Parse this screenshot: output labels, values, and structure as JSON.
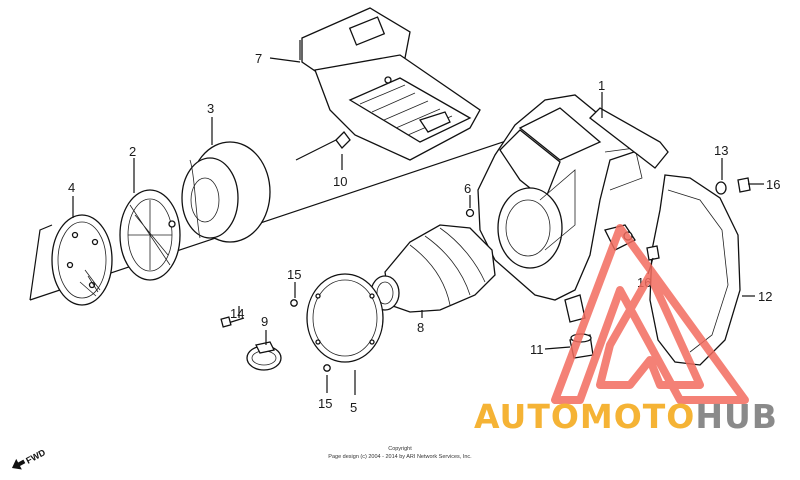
{
  "callouts": [
    "1",
    "2",
    "3",
    "4",
    "5",
    "6",
    "7",
    "8",
    "9",
    "10",
    "11",
    "12",
    "13",
    "14",
    "15",
    "15",
    "16",
    "16"
  ],
  "copyright": {
    "line1": "Copyright",
    "line2": "Page design (c) 2004 - 2014 by ARI Network Services, Inc."
  },
  "fwd_label": "FWD",
  "watermark": {
    "part1": "AUTOMOTO",
    "part2": "HUB",
    "color1": "#f5b335",
    "color2": "#8a8a8a",
    "logo_color": "#f26b5e"
  }
}
